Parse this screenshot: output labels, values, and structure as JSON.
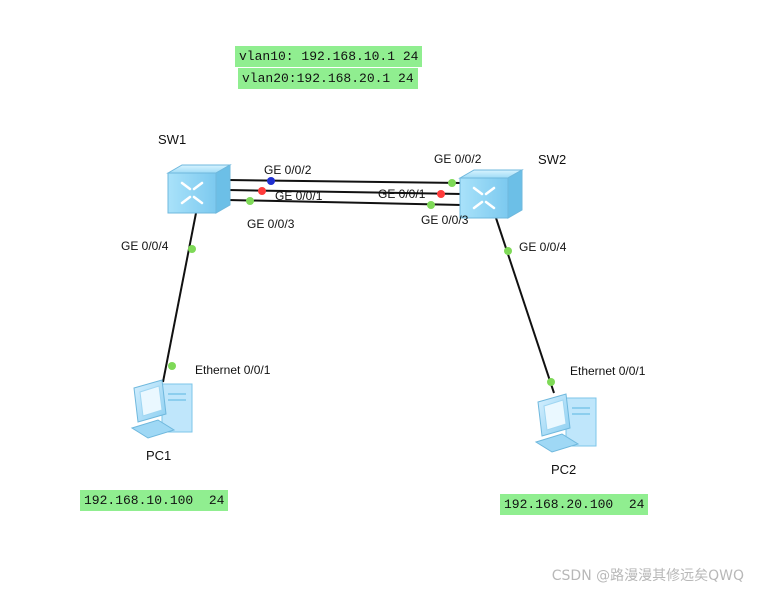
{
  "notes": {
    "vlan10": "vlan10: 192.168.10.1 24",
    "vlan20": "vlan20:192.168.20.1 24",
    "pc1_ip": "192.168.10.100  24",
    "pc2_ip": "192.168.20.100  24"
  },
  "devices": {
    "sw1": "SW1",
    "sw2": "SW2",
    "pc1": "PC1",
    "pc2": "PC2"
  },
  "ports": {
    "sw1_ge2": "GE 0/0/2",
    "sw1_ge1": "GE 0/0/1",
    "sw1_ge3": "GE 0/0/3",
    "sw1_ge4": "GE 0/0/4",
    "sw2_ge2": "GE 0/0/2",
    "sw2_ge1": "GE 0/0/1",
    "sw2_ge3": "GE 0/0/3",
    "sw2_ge4": "GE 0/0/4",
    "pc1_eth": "Ethernet 0/0/1",
    "pc2_eth": "Ethernet 0/0/1"
  },
  "colors": {
    "note_bg": "#90ee90",
    "link": "#111111",
    "port_up": "#7ed957",
    "port_blocked": "#ff3b3b",
    "port_root": "#1f2fd1",
    "device_blue": "#8fd3f4"
  },
  "watermark": "CSDN @路漫漫其修远矣QWQ"
}
